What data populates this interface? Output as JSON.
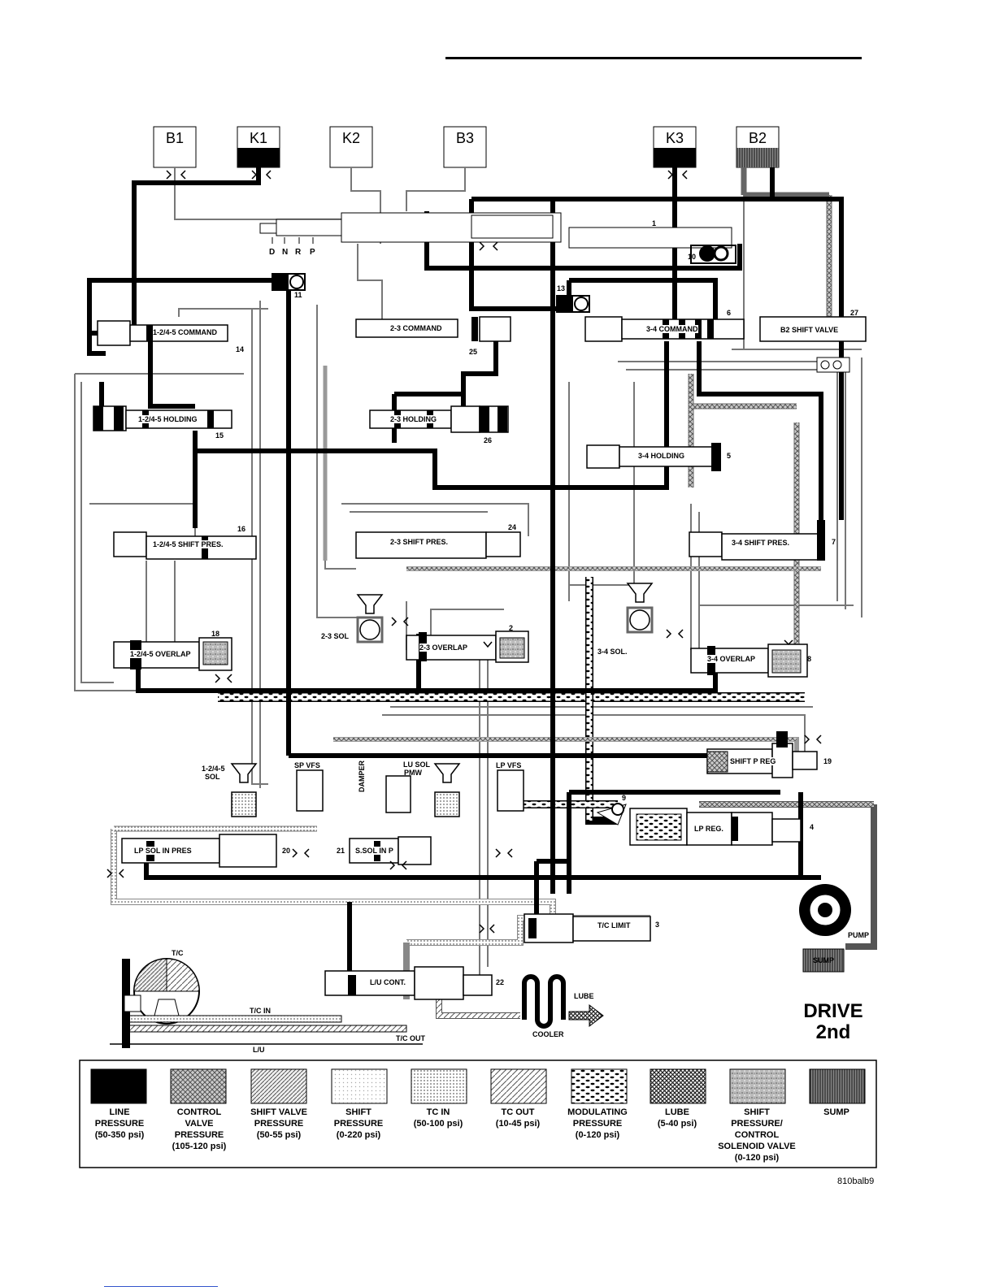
{
  "elements": {
    "B1": "B1",
    "K1": "K1",
    "K2": "K2",
    "B3": "B3",
    "K3": "K3",
    "B2": "B2"
  },
  "selector": {
    "positions": [
      "D",
      "N",
      "R",
      "P"
    ]
  },
  "valves": {
    "cmd_1245": "1-2/4-5 COMMAND",
    "cmd_23": "2-3 COMMAND",
    "cmd_34": "3-4 COMMAND",
    "b2_shift": "B2 SHIFT VALVE",
    "hold_1245": "1-2/4-5 HOLDING",
    "hold_23": "2-3 HOLDING",
    "hold_34": "3-4 HOLDING",
    "sp_1245": "1-2/4-5 SHIFT PRES.",
    "sp_23": "2-3 SHIFT PRES.",
    "sp_34": "3-4 SHIFT PRES.",
    "ov_1245": "1-2/4-5 OVERLAP",
    "ov_23": "2-3 OVERLAP",
    "ov_34": "3-4 OVERLAP",
    "shift_p_reg": "SHIFT P REG",
    "lp_reg": "LP REG.",
    "lp_sol_in": "LP SOL IN PRES",
    "s_sol_in": "S.SOL IN P",
    "tc_limit": "T/C LIMIT",
    "lu_cont": "L/U CONT."
  },
  "solenoids": {
    "sol_23": "2-3 SOL",
    "sol_34": "3-4 SOL.",
    "sol_1245_a": "1-2/4-5",
    "sol_1245_b": "SOL",
    "sp_vfs": "SP VFS",
    "lu_sol_a": "LU SOL",
    "lu_sol_b": "PMW",
    "lp_vfs": "LP VFS",
    "damper": "DAMPER"
  },
  "numbers": {
    "n1": "1",
    "n2": "2",
    "n3": "3",
    "n4": "4",
    "n5": "5",
    "n6": "6",
    "n7": "7",
    "n8": "8",
    "n9": "9",
    "n10": "10",
    "n11": "11",
    "n13": "13",
    "n14": "14",
    "n15": "15",
    "n16": "16",
    "n18": "18",
    "n19": "19",
    "n20": "20",
    "n21": "21",
    "n22": "22",
    "n24": "24",
    "n25": "25",
    "n26": "26",
    "n27": "27"
  },
  "components": {
    "tc": "T/C",
    "tc_in": "T/C IN",
    "tc_out": "T/C OUT",
    "lu": "L/U",
    "cooler": "COOLER",
    "lube": "LUBE",
    "pump": "PUMP",
    "sump": "SUMP"
  },
  "mode": {
    "line1": "DRIVE",
    "line2": "2nd"
  },
  "legend": [
    {
      "lines": [
        "LINE",
        "PRESSURE",
        "(50-350 psi)"
      ],
      "pattern": "solid",
      "color": "#000000"
    },
    {
      "lines": [
        "CONTROL",
        "VALVE",
        "PRESSURE",
        "(105-120 psi)"
      ],
      "pattern": "crosshatch",
      "color": "#555555"
    },
    {
      "lines": [
        "SHIFT VALVE",
        "PRESSURE",
        "(50-55 psi)"
      ],
      "pattern": "diagonal",
      "color": "#444444"
    },
    {
      "lines": [
        "SHIFT",
        "PRESSURE",
        "(0-220 psi)"
      ],
      "pattern": "lightdots",
      "color": "#bbbbbb"
    },
    {
      "lines": [
        "TC IN",
        "(50-100 psi)"
      ],
      "pattern": "dots",
      "color": "#888888"
    },
    {
      "lines": [
        "TC OUT",
        "(10-45 psi)"
      ],
      "pattern": "hatch",
      "color": "#555555"
    },
    {
      "lines": [
        "MODULATING",
        "PRESSURE",
        "(0-120 psi)"
      ],
      "pattern": "blobs",
      "color": "#000000"
    },
    {
      "lines": [
        "LUBE",
        "(5-40 psi)"
      ],
      "pattern": "grid",
      "color": "#222222"
    },
    {
      "lines": [
        "SHIFT",
        "PRESSURE/",
        "CONTROL",
        "SOLENOID VALVE",
        "(0-120 psi)"
      ],
      "pattern": "speckle",
      "color": "#777777"
    },
    {
      "lines": [
        "SUMP"
      ],
      "pattern": "vlines",
      "color": "#333333"
    }
  ],
  "figure_id": "810balb9"
}
